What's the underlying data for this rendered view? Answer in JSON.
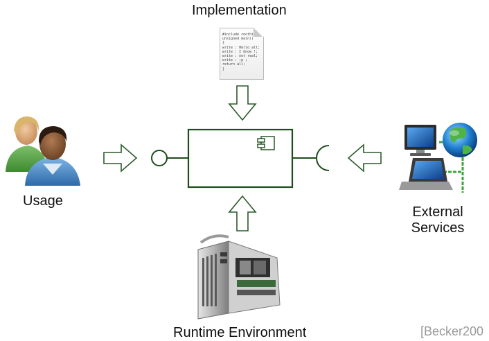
{
  "labels": {
    "implementation": "Implementation",
    "usage": "Usage",
    "external_line1": "External",
    "external_line2": "Services",
    "runtime": "Runtime Environment",
    "citation": "[Becker200"
  },
  "code_document": {
    "lines": [
      "#include <nothing>",
      "unsigned main()",
      "{",
      "write : Hello all;",
      "write : I know !;",
      "write : not real;",
      "write : :p ;",
      "return all;",
      "}"
    ]
  },
  "icons": {
    "implementation": "code-document-icon",
    "usage": "users-icon",
    "external": "networked-computers-globe-icon",
    "runtime": "open-computer-case-icon",
    "component": "uml-component-icon"
  },
  "colors": {
    "diagram_green": "#1a4d1a",
    "arrow_outline": "#2a5a2a",
    "citation_gray": "#9a9a9a"
  }
}
